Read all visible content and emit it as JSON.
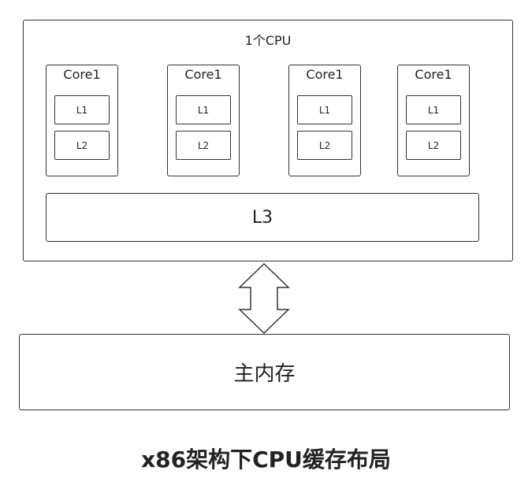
{
  "cpu": {
    "label": "1个CPU",
    "cores": [
      {
        "label": "Core1",
        "l1": "L1",
        "l2": "L2"
      },
      {
        "label": "Core1",
        "l1": "L1",
        "l2": "L2"
      },
      {
        "label": "Core1",
        "l1": "L1",
        "l2": "L2"
      },
      {
        "label": "Core1",
        "l1": "L1",
        "l2": "L2"
      }
    ],
    "l3": "L3"
  },
  "memory": {
    "label": "主内存"
  },
  "caption": "x86架构下CPU缓存布局"
}
